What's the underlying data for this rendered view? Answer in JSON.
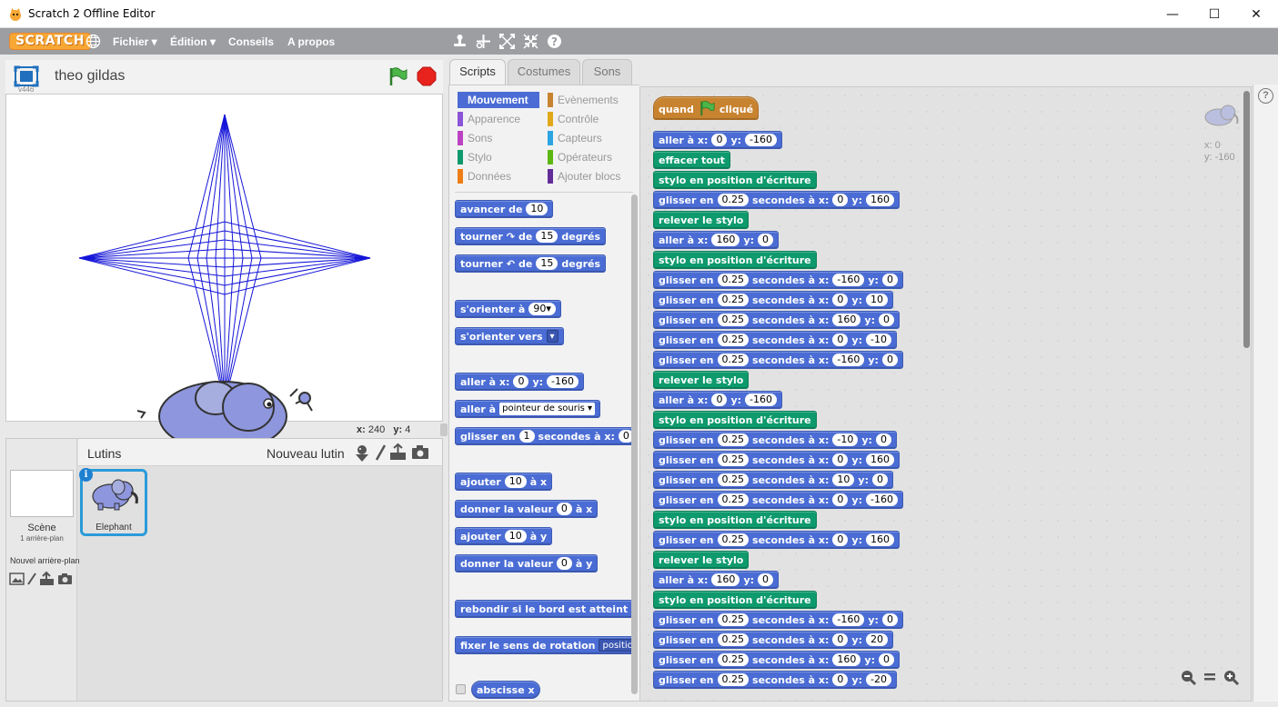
{
  "window": {
    "title": "Scratch 2 Offline Editor",
    "minimize": "—",
    "maximize": "☐",
    "close": "✕"
  },
  "menu": {
    "logo": "SCRATCH",
    "file": "Fichier ▾",
    "edit": "Édition ▾",
    "tips": "Conseils",
    "about": "A propos"
  },
  "stage": {
    "version": "v446",
    "project_name": "theo gildas",
    "x_label": "x:",
    "x_value": "240",
    "y_label": "y:",
    "y_value": "4"
  },
  "sprites": {
    "title": "Lutins",
    "new_sprite": "Nouveau lutin",
    "scene_label": "Scène",
    "scene_sub": "1 arrière-plan",
    "new_backdrop": "Nouvel arrière-plan",
    "items": [
      {
        "name": "Elephant"
      }
    ]
  },
  "tabs": [
    {
      "label": "Scripts"
    },
    {
      "label": "Costumes"
    },
    {
      "label": "Sons"
    }
  ],
  "categories": [
    {
      "label": "Mouvement",
      "color": "#4a6cd4"
    },
    {
      "label": "Evènements",
      "color": "#c88330"
    },
    {
      "label": "Apparence",
      "color": "#8a55d7"
    },
    {
      "label": "Contrôle",
      "color": "#e1a91a"
    },
    {
      "label": "Sons",
      "color": "#bb42c3"
    },
    {
      "label": "Capteurs",
      "color": "#2ca5e2"
    },
    {
      "label": "Stylo",
      "color": "#0e9a6c"
    },
    {
      "label": "Opérateurs",
      "color": "#5cb712"
    },
    {
      "label": "Données",
      "color": "#ee7d16"
    },
    {
      "label": "Ajouter blocs",
      "color": "#632d99"
    }
  ],
  "palette": {
    "move": {
      "label": "avancer de",
      "v": "10"
    },
    "turn_r": {
      "label": "tourner",
      "of": "de",
      "v": "15",
      "unit": "degrés"
    },
    "turn_l": {
      "label": "tourner",
      "of": "de",
      "v": "15",
      "unit": "degrés"
    },
    "point_dir": {
      "label": "s'orienter à",
      "v": "90▾"
    },
    "point_towards": {
      "label": "s'orienter vers",
      "v": "▾"
    },
    "goto_xy": {
      "label": "aller à x:",
      "x": "0",
      "ylabel": "y:",
      "y": "-160"
    },
    "goto": {
      "label": "aller à",
      "v": "pointeur de souris ▾"
    },
    "glide": {
      "label": "glisser en",
      "v": "1",
      "mid": "secondes à x:",
      "x": "0"
    },
    "change_x": {
      "label": "ajouter",
      "v": "10",
      "end": "à x"
    },
    "set_x": {
      "label": "donner la valeur",
      "v": "0",
      "end": "à x"
    },
    "change_y": {
      "label": "ajouter",
      "v": "10",
      "end": "à y"
    },
    "set_y": {
      "label": "donner la valeur",
      "v": "0",
      "end": "à y"
    },
    "bounce": {
      "label": "rebondir si le bord est atteint"
    },
    "rotation": {
      "label": "fixer le sens de rotation",
      "v": "positio"
    },
    "xpos": {
      "label": "abscisse x"
    }
  },
  "script_area": {
    "x_label": "x: 0",
    "y_label": "y: -160"
  },
  "script": [
    {
      "kind": "hat",
      "parts": [
        "quand",
        "FLAG",
        "cliqué"
      ]
    },
    {
      "kind": "motion",
      "parts": [
        "aller à x:",
        "#0",
        "y:",
        "#-160"
      ]
    },
    {
      "kind": "pen",
      "parts": [
        "effacer tout"
      ]
    },
    {
      "kind": "pen",
      "parts": [
        "stylo en position d'écriture"
      ]
    },
    {
      "kind": "motion",
      "parts": [
        "glisser en",
        "#0.25",
        "secondes à x:",
        "#0",
        "y:",
        "#160"
      ]
    },
    {
      "kind": "pen",
      "parts": [
        "relever le stylo"
      ]
    },
    {
      "kind": "motion",
      "parts": [
        "aller à x:",
        "#160",
        "y:",
        "#0"
      ]
    },
    {
      "kind": "pen",
      "parts": [
        "stylo en position d'écriture"
      ]
    },
    {
      "kind": "motion",
      "parts": [
        "glisser en",
        "#0.25",
        "secondes à x:",
        "#-160",
        "y:",
        "#0"
      ]
    },
    {
      "kind": "motion",
      "parts": [
        "glisser en",
        "#0.25",
        "secondes à x:",
        "#0",
        "y:",
        "#10"
      ]
    },
    {
      "kind": "motion",
      "parts": [
        "glisser en",
        "#0.25",
        "secondes à x:",
        "#160",
        "y:",
        "#0"
      ]
    },
    {
      "kind": "motion",
      "parts": [
        "glisser en",
        "#0.25",
        "secondes à x:",
        "#0",
        "y:",
        "#-10"
      ]
    },
    {
      "kind": "motion",
      "parts": [
        "glisser en",
        "#0.25",
        "secondes à x:",
        "#-160",
        "y:",
        "#0"
      ]
    },
    {
      "kind": "pen",
      "parts": [
        "relever le stylo"
      ]
    },
    {
      "kind": "motion",
      "parts": [
        "aller à x:",
        "#0",
        "y:",
        "#-160"
      ]
    },
    {
      "kind": "pen",
      "parts": [
        "stylo en position d'écriture"
      ]
    },
    {
      "kind": "motion",
      "parts": [
        "glisser en",
        "#0.25",
        "secondes à x:",
        "#-10",
        "y:",
        "#0"
      ]
    },
    {
      "kind": "motion",
      "parts": [
        "glisser en",
        "#0.25",
        "secondes à x:",
        "#0",
        "y:",
        "#160"
      ]
    },
    {
      "kind": "motion",
      "parts": [
        "glisser en",
        "#0.25",
        "secondes à x:",
        "#10",
        "y:",
        "#0"
      ]
    },
    {
      "kind": "motion",
      "parts": [
        "glisser en",
        "#0.25",
        "secondes à x:",
        "#0",
        "y:",
        "#-160"
      ]
    },
    {
      "kind": "pen",
      "parts": [
        "stylo en position d'écriture"
      ]
    },
    {
      "kind": "motion",
      "parts": [
        "glisser en",
        "#0.25",
        "secondes à x:",
        "#0",
        "y:",
        "#160"
      ]
    },
    {
      "kind": "pen",
      "parts": [
        "relever le stylo"
      ]
    },
    {
      "kind": "motion",
      "parts": [
        "aller à x:",
        "#160",
        "y:",
        "#0"
      ]
    },
    {
      "kind": "pen",
      "parts": [
        "stylo en position d'écriture"
      ]
    },
    {
      "kind": "motion",
      "parts": [
        "glisser en",
        "#0.25",
        "secondes à x:",
        "#-160",
        "y:",
        "#0"
      ]
    },
    {
      "kind": "motion",
      "parts": [
        "glisser en",
        "#0.25",
        "secondes à x:",
        "#0",
        "y:",
        "#20"
      ]
    },
    {
      "kind": "motion",
      "parts": [
        "glisser en",
        "#0.25",
        "secondes à x:",
        "#160",
        "y:",
        "#0"
      ]
    },
    {
      "kind": "motion",
      "parts": [
        "glisser en",
        "#0.25",
        "secondes à x:",
        "#0",
        "y:",
        "#-20"
      ]
    }
  ]
}
